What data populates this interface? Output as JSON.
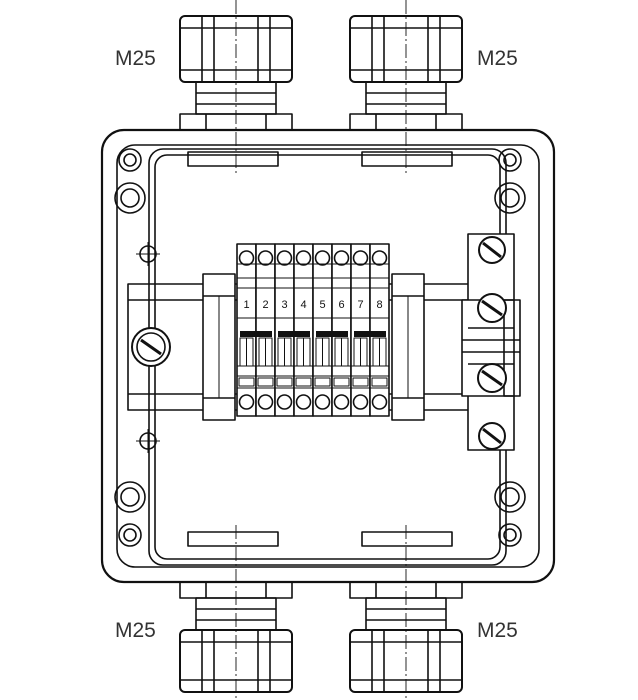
{
  "gland_labels": {
    "top_left": "M25",
    "top_right": "M25",
    "bottom_left": "M25",
    "bottom_right": "M25"
  },
  "terminal_numbers": [
    "1",
    "2",
    "3",
    "4",
    "5",
    "6",
    "7",
    "8"
  ]
}
